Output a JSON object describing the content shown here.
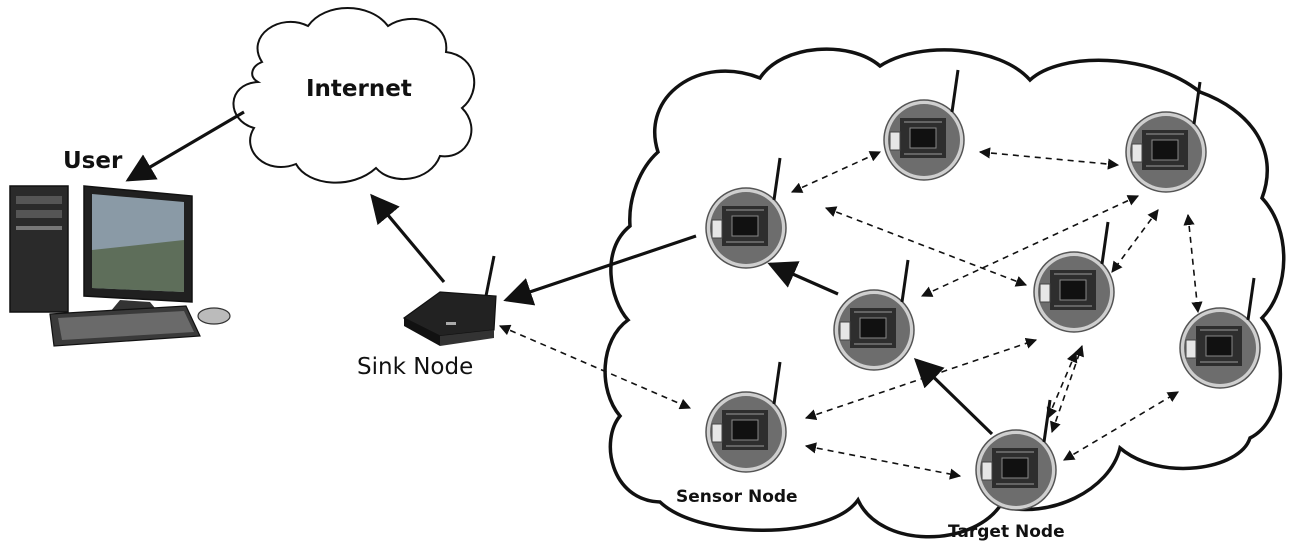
{
  "labels": {
    "internet": "Internet",
    "user": "User",
    "sink_node": "Sink Node",
    "sensor_node": "Sensor Node",
    "target_node": "Target Node"
  },
  "colors": {
    "stroke": "#111111",
    "cloud_fill": "#ffffff",
    "node_board": "#3a3a3a",
    "node_ring": "#bdbdbd"
  },
  "icons": {
    "computer": "desktop-computer-icon",
    "router": "wireless-router-icon",
    "node": "sensor-mote-icon"
  }
}
